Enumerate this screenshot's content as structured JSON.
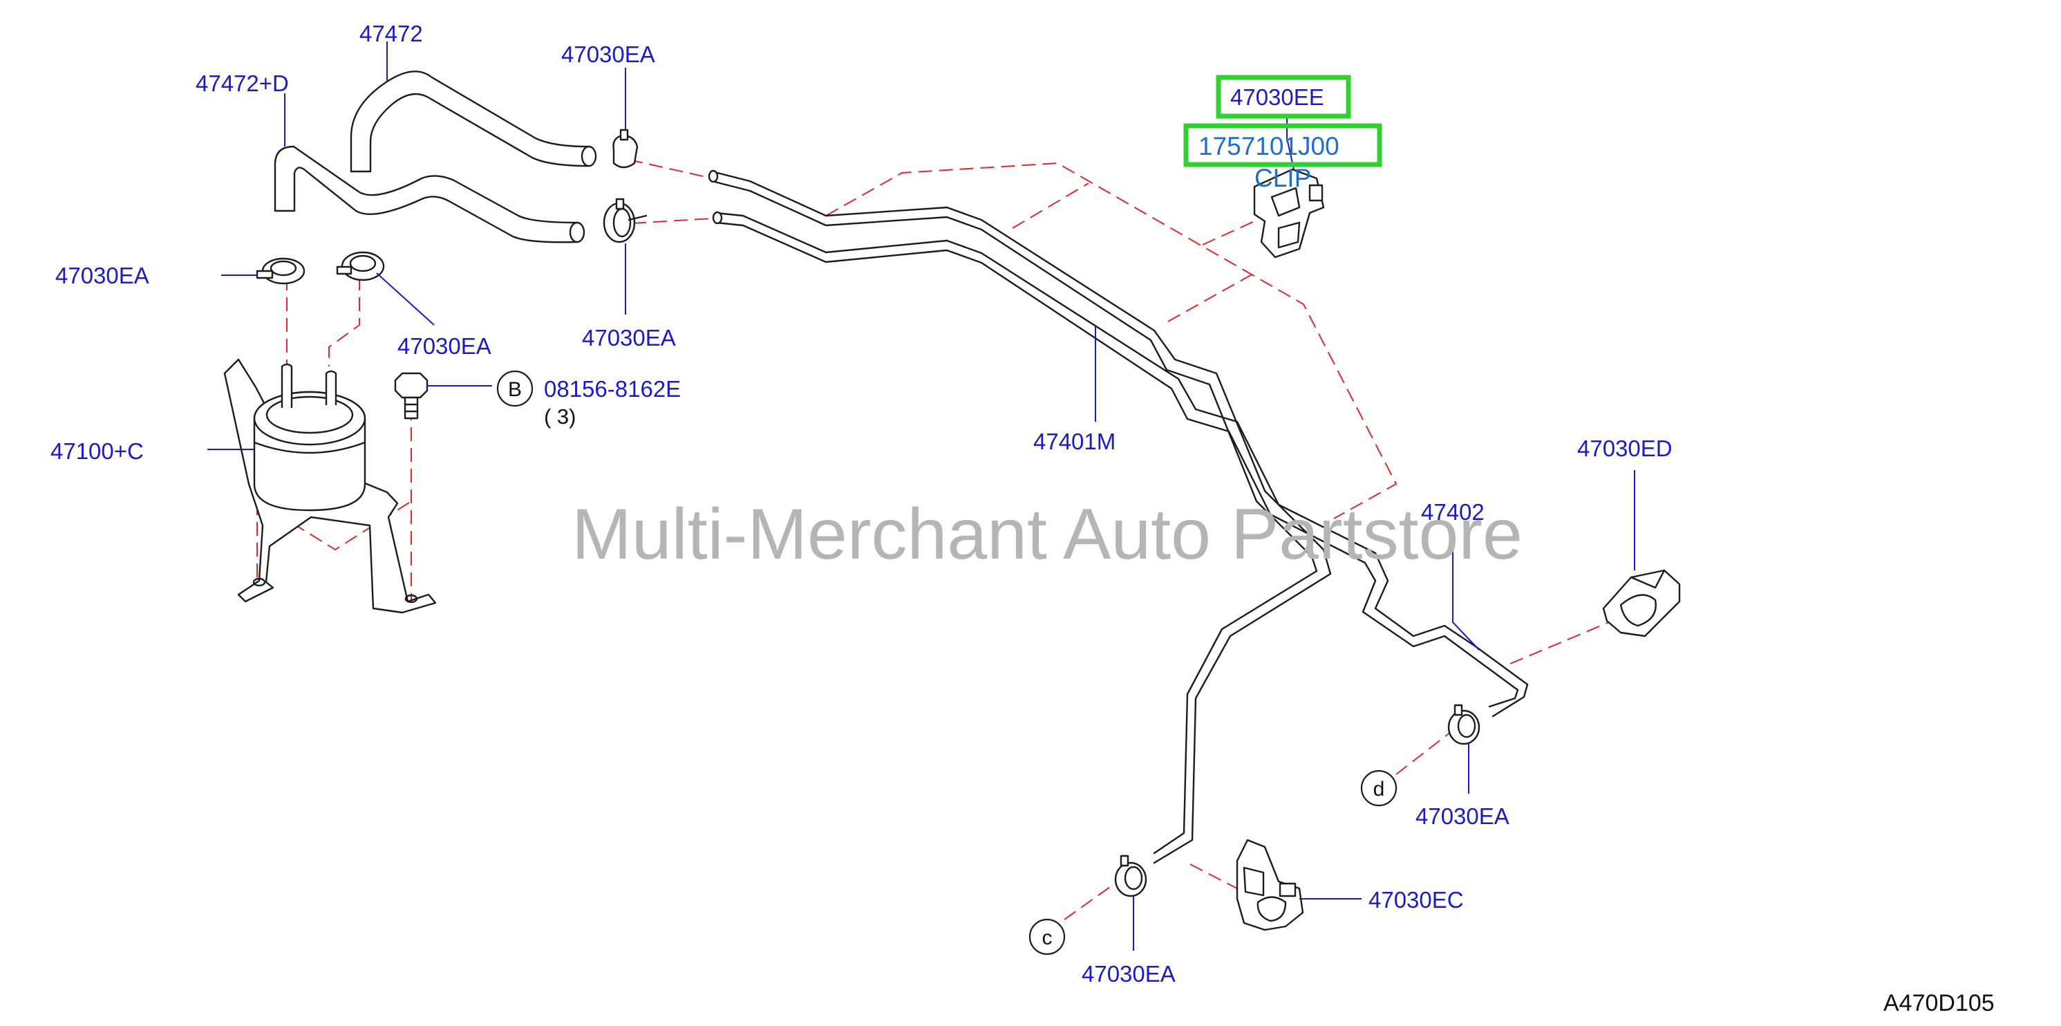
{
  "watermark": "Multi-Merchant Auto Partstore",
  "diagram_code": "A470D105",
  "labels": {
    "hose_upper": "47472",
    "hose_lower": "47472+D",
    "clamp_top": "47030EA",
    "clamp_left": "47030EA",
    "clamp_mid": "47030EA",
    "clamp_center": "47030EA",
    "damper": "47100+C",
    "bolt": "08156-8162E",
    "bolt_qty": "( 3)",
    "bolt_ref": "B",
    "tube_main": "47401M",
    "clip_ee": "47030EE",
    "clip_ed": "47030ED",
    "tube_right": "47402",
    "clamp_d": "47030EA",
    "ref_d": "d",
    "clamp_c": "47030EA",
    "ref_c": "c",
    "clip_ec": "47030EC"
  },
  "callout": {
    "part_number": "1757101J00",
    "name": "CLIP"
  },
  "colors": {
    "label_blue": "#1a1acc",
    "callout_blue": "#1a6fd0",
    "highlight_green": "#2fd02f",
    "guide_red": "#e0282c",
    "watermark_grey": "#b5b5b5"
  }
}
